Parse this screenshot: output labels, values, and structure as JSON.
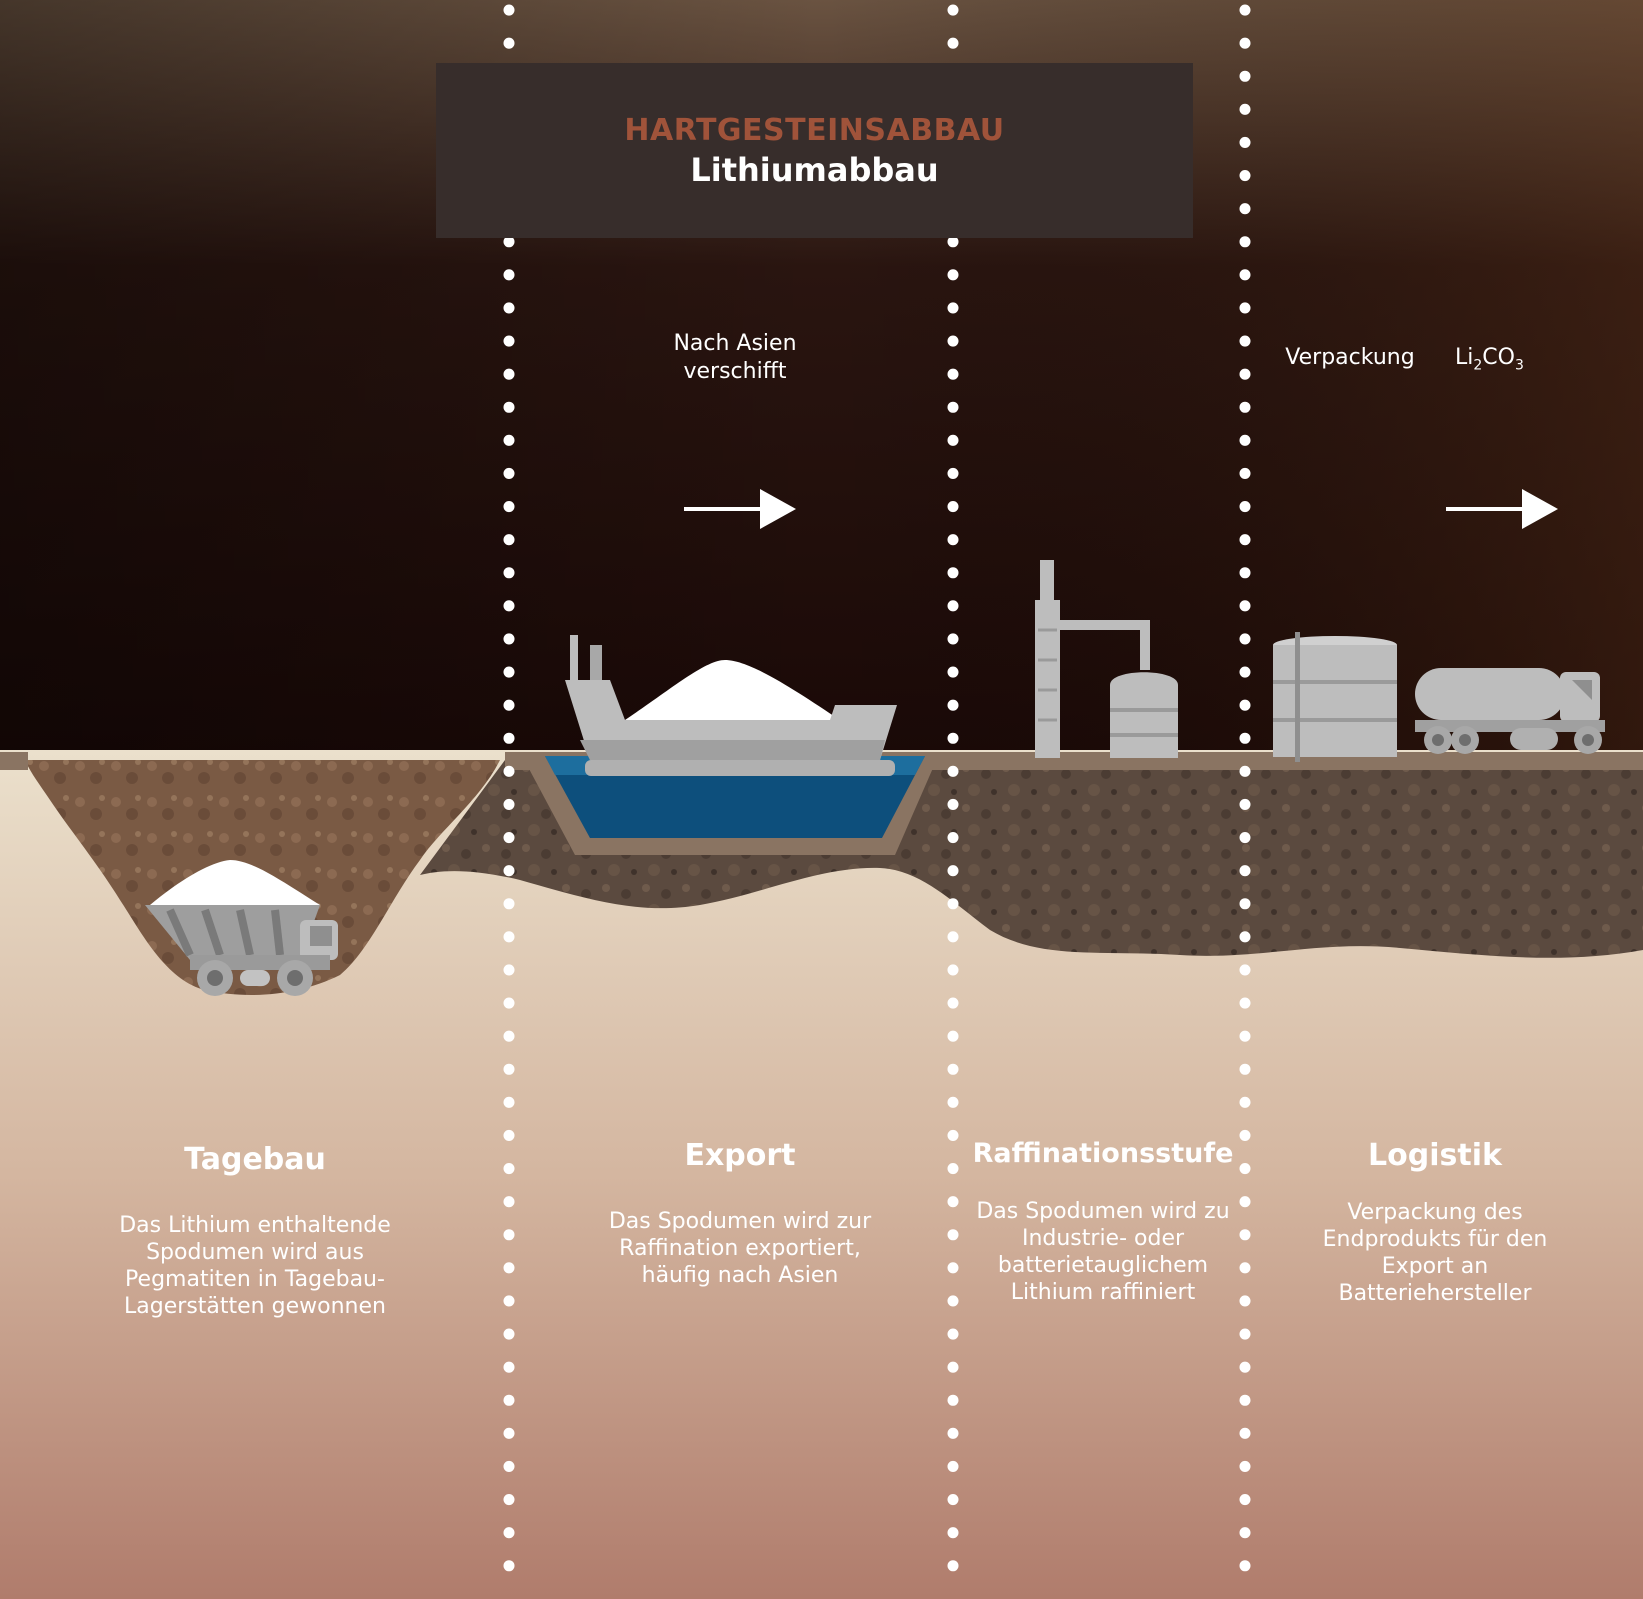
{
  "header": {
    "category": "HARTGESTEINSABBAU",
    "title": "Lithiumabbau"
  },
  "labels": {
    "shipping": "Nach Asien verschifft",
    "packaging": "Verpackung",
    "formula_prefix": "Li",
    "formula_sub1": "2",
    "formula_mid": "CO",
    "formula_sub2": "3"
  },
  "stages": [
    {
      "title": "Tagebau",
      "description": "Das Lithium enthaltende Spodumen wird aus Pegmatiten in Tagebau-Lagerstätten gewonnen"
    },
    {
      "title": "Export",
      "description": "Das Spodumen wird zur Raffination exportiert, häufig nach Asien"
    },
    {
      "title": "Raffinationsstufe",
      "description": "Das Spodumen wird zu Industrie- oder batterietauglichem Lithium raffiniert"
    },
    {
      "title": "Logistik",
      "description": "Verpackung des Endprodukts für den Export an Batteriehersteller"
    }
  ],
  "colors": {
    "title_accent": "#a0533a",
    "title_box": "#372d2b",
    "water": "#0d4f7c",
    "machine_gray": "#bdbdbd"
  },
  "icons": [
    "dump-truck-icon",
    "cargo-ship-icon",
    "refinery-icon",
    "storage-tank-icon",
    "tanker-truck-icon",
    "arrow-right-icon"
  ]
}
